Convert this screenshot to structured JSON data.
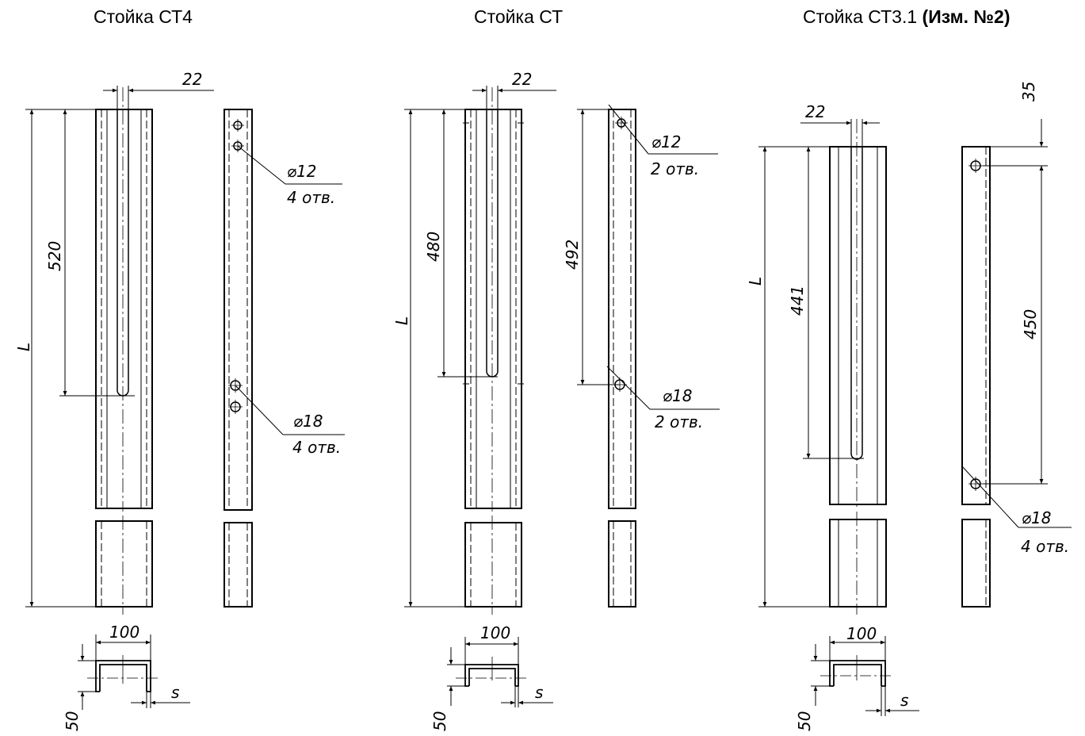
{
  "titles": {
    "ct4": "Стойка СТ4",
    "ct": "Стойка СТ",
    "ct31_main": "Стойка СТ3.1",
    "ct31_note": "(Изм. №2)"
  },
  "dims": {
    "d22": "22",
    "d35": "35",
    "d520": "520",
    "d480": "480",
    "d492": "492",
    "d441": "441",
    "d450": "450",
    "L": "L",
    "w100": "100",
    "h50": "50",
    "s": "s",
    "phi12": "⌀12",
    "phi18": "⌀18",
    "holes4": "4 отв.",
    "holes2": "2 отв."
  }
}
